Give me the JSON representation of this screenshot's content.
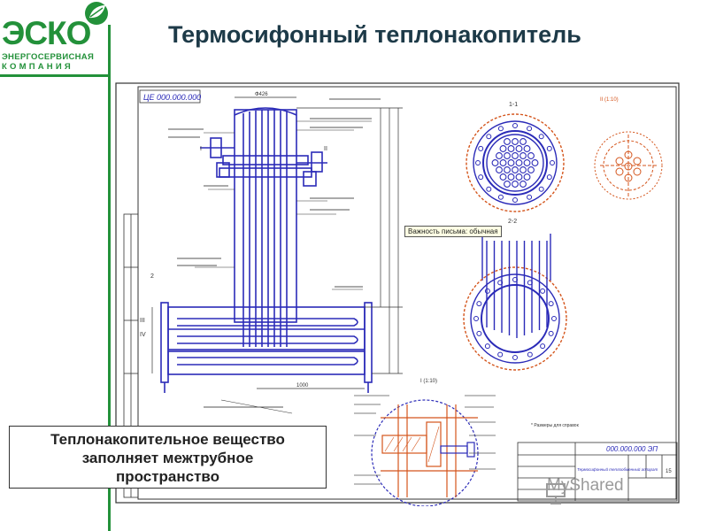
{
  "logo": {
    "main": "ЭСКО",
    "sub1": "ЭНЕРГОСЕРВИСНАЯ",
    "sub2": "КОМПАНИЯ"
  },
  "title": "Термосифонный теплонакопитель",
  "callout": {
    "lines": [
      "Теплонакопительное вещество",
      "заполняет межтрубное",
      "пространство"
    ]
  },
  "tooltip": "Важность письма: обычная",
  "watermark": "MyShared",
  "drawing": {
    "doc_code": "ЦЕ 000.000.000",
    "doc_code_stamp": "000.000.000 ЭП",
    "section_1": "1-1",
    "section_2": "2-2",
    "detail_label": "I (1:10)",
    "detail_label_2": "II (1:10)",
    "stamp_name": "Термосифонный теплообменный аппарат",
    "sheets": "15",
    "dim_main": "1000",
    "dim_width": "Ф426",
    "label_2": "2",
    "label_I": "I",
    "label_II": "II",
    "label_III": "III",
    "label_IV": "IV",
    "note": "* Размеры для справок"
  },
  "colors": {
    "brand_green": "#23913a",
    "drawing_blue": "#2b2bb8",
    "detail_red": "#d4551c",
    "frame": "#333333"
  },
  "icons": [
    "leaf-icon",
    "presentation-icon"
  ]
}
